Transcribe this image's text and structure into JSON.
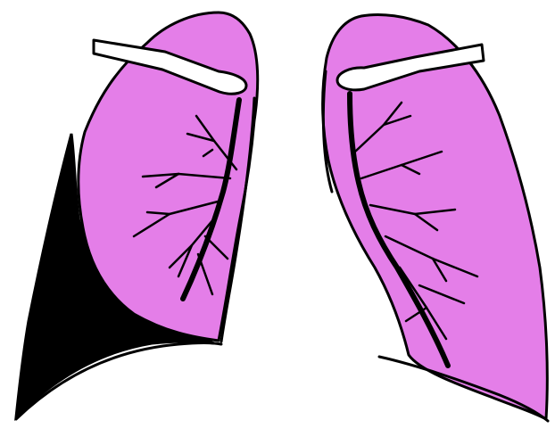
{
  "colors": {
    "background": "#ffffff",
    "lung_fill": "#e47ee8",
    "outline": "#000000",
    "shadow": "#000000",
    "clavicle_fill": "#ffffff"
  },
  "parts": {
    "right_lung": "lung",
    "left_lung": "lung",
    "right_clavicle": "clavicle",
    "left_clavicle": "clavicle",
    "dark_shadow": "shadow"
  }
}
